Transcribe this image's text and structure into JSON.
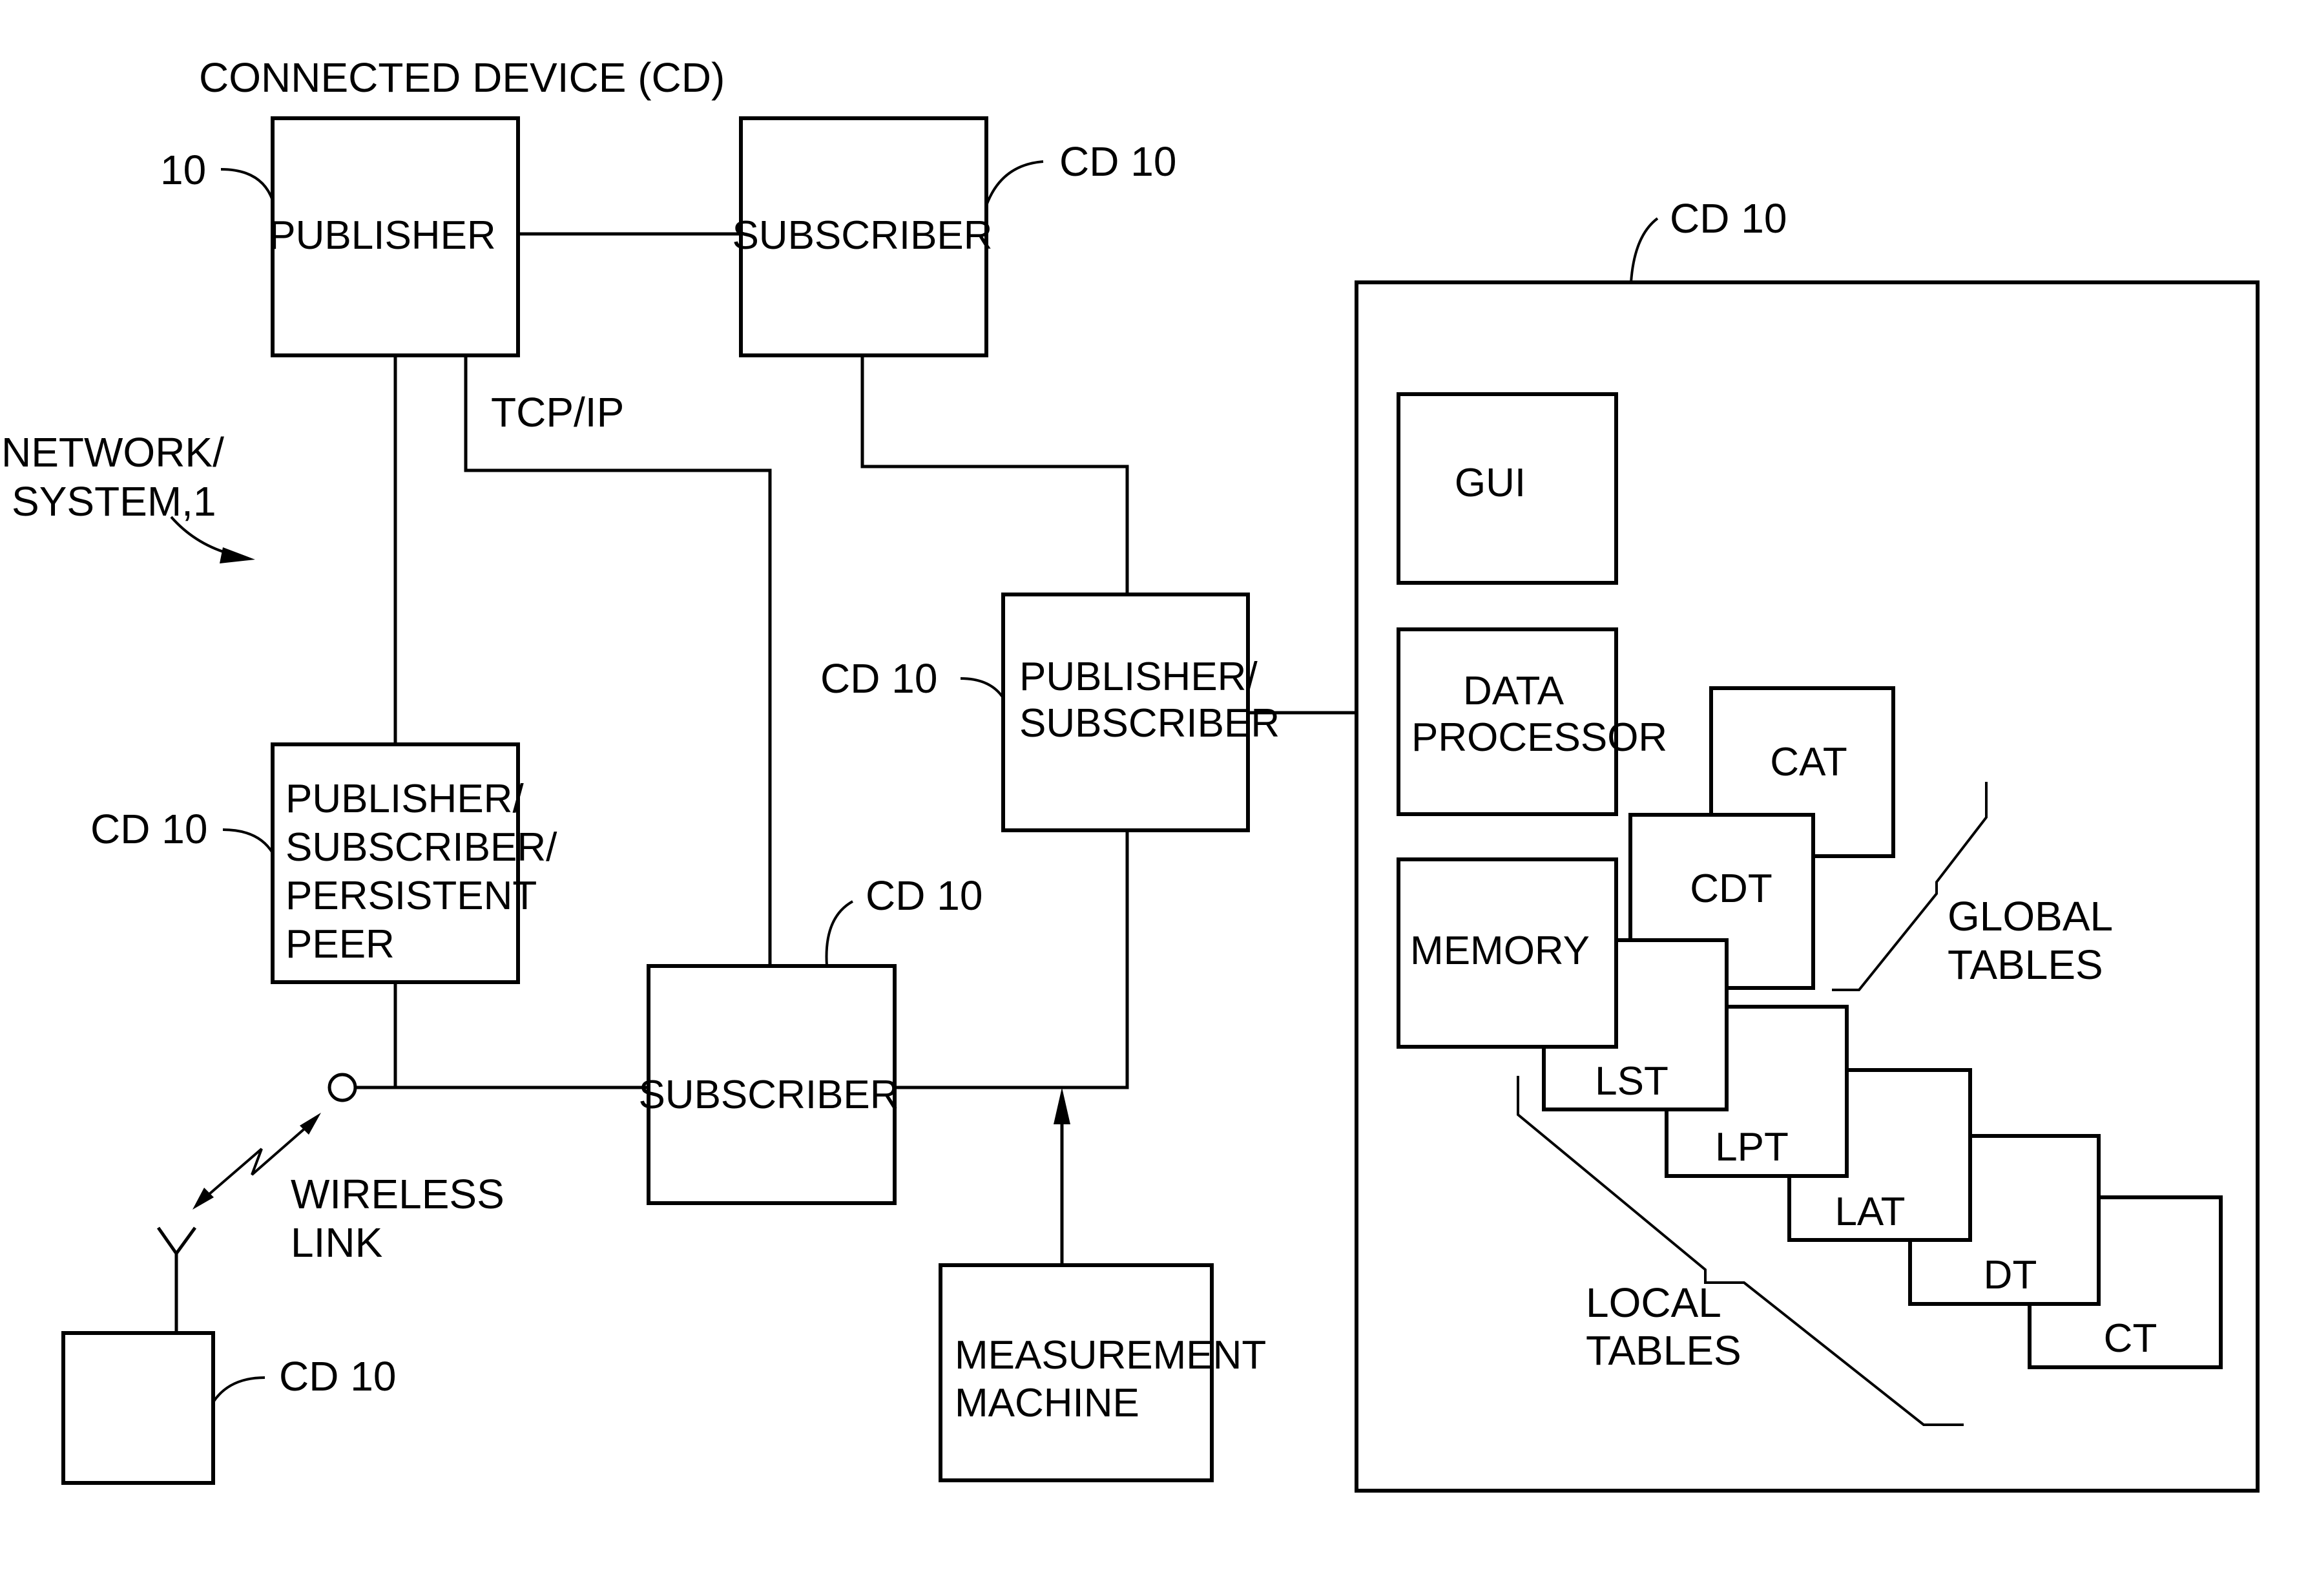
{
  "diagram": {
    "header_label": "CONNECTED DEVICE (CD)",
    "network_label": [
      "NETWORK/",
      "SYSTEM,1"
    ],
    "tcpip_label": "TCP/IP",
    "wireless_label": [
      "WIRELESS",
      "LINK"
    ],
    "global_tables_label": [
      "GLOBAL",
      "TABLES"
    ],
    "local_tables_label": [
      "LOCAL",
      "TABLES"
    ],
    "ref_labels": {
      "publisher_ref": "10",
      "subscriber_top_ref": "CD 10",
      "container_ref": "CD 10",
      "pubsub_mid_ref": "CD 10",
      "persistent_ref": "CD 10",
      "subscriber_bottom_ref": "CD 10",
      "wireless_device_ref": "CD 10"
    },
    "devices": {
      "publisher": "PUBLISHER",
      "subscriber_top": "SUBSCRIBER",
      "pubsub_persistent": [
        "PUBLISHER/",
        "SUBSCRIBER/",
        "PERSISTENT",
        "PEER"
      ],
      "pubsub_mid": [
        "PUBLISHER/",
        "SUBSCRIBER"
      ],
      "subscriber_bottom": "SUBSCRIBER",
      "measurement_machine": [
        "MEASUREMENT",
        "MACHINE"
      ]
    },
    "internal": {
      "gui": "GUI",
      "data_processor": [
        "DATA",
        "PROCESSOR"
      ],
      "memory": "MEMORY"
    },
    "tables": {
      "cat": "CAT",
      "cdt": "CDT",
      "lst": "LST",
      "lpt": "LPT",
      "lat": "LAT",
      "dt": "DT",
      "ct": "CT"
    }
  }
}
